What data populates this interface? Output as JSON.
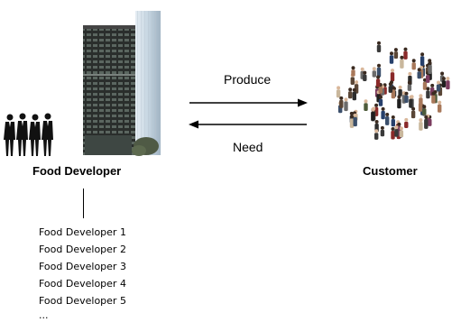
{
  "left_node": {
    "label": "Food Developer",
    "icons": [
      "business-people-icon",
      "office-buildings-icon"
    ],
    "sub_items": [
      "Food Developer 1",
      "Food Developer 2",
      "Food Developer 3",
      "Food Developer 4",
      "Food Developer 5",
      "..."
    ]
  },
  "right_node": {
    "label": "Customer",
    "icons": [
      "crowd-icon"
    ]
  },
  "arrows": [
    {
      "label": "Produce",
      "direction": "right"
    },
    {
      "label": "Need",
      "direction": "left"
    }
  ]
}
